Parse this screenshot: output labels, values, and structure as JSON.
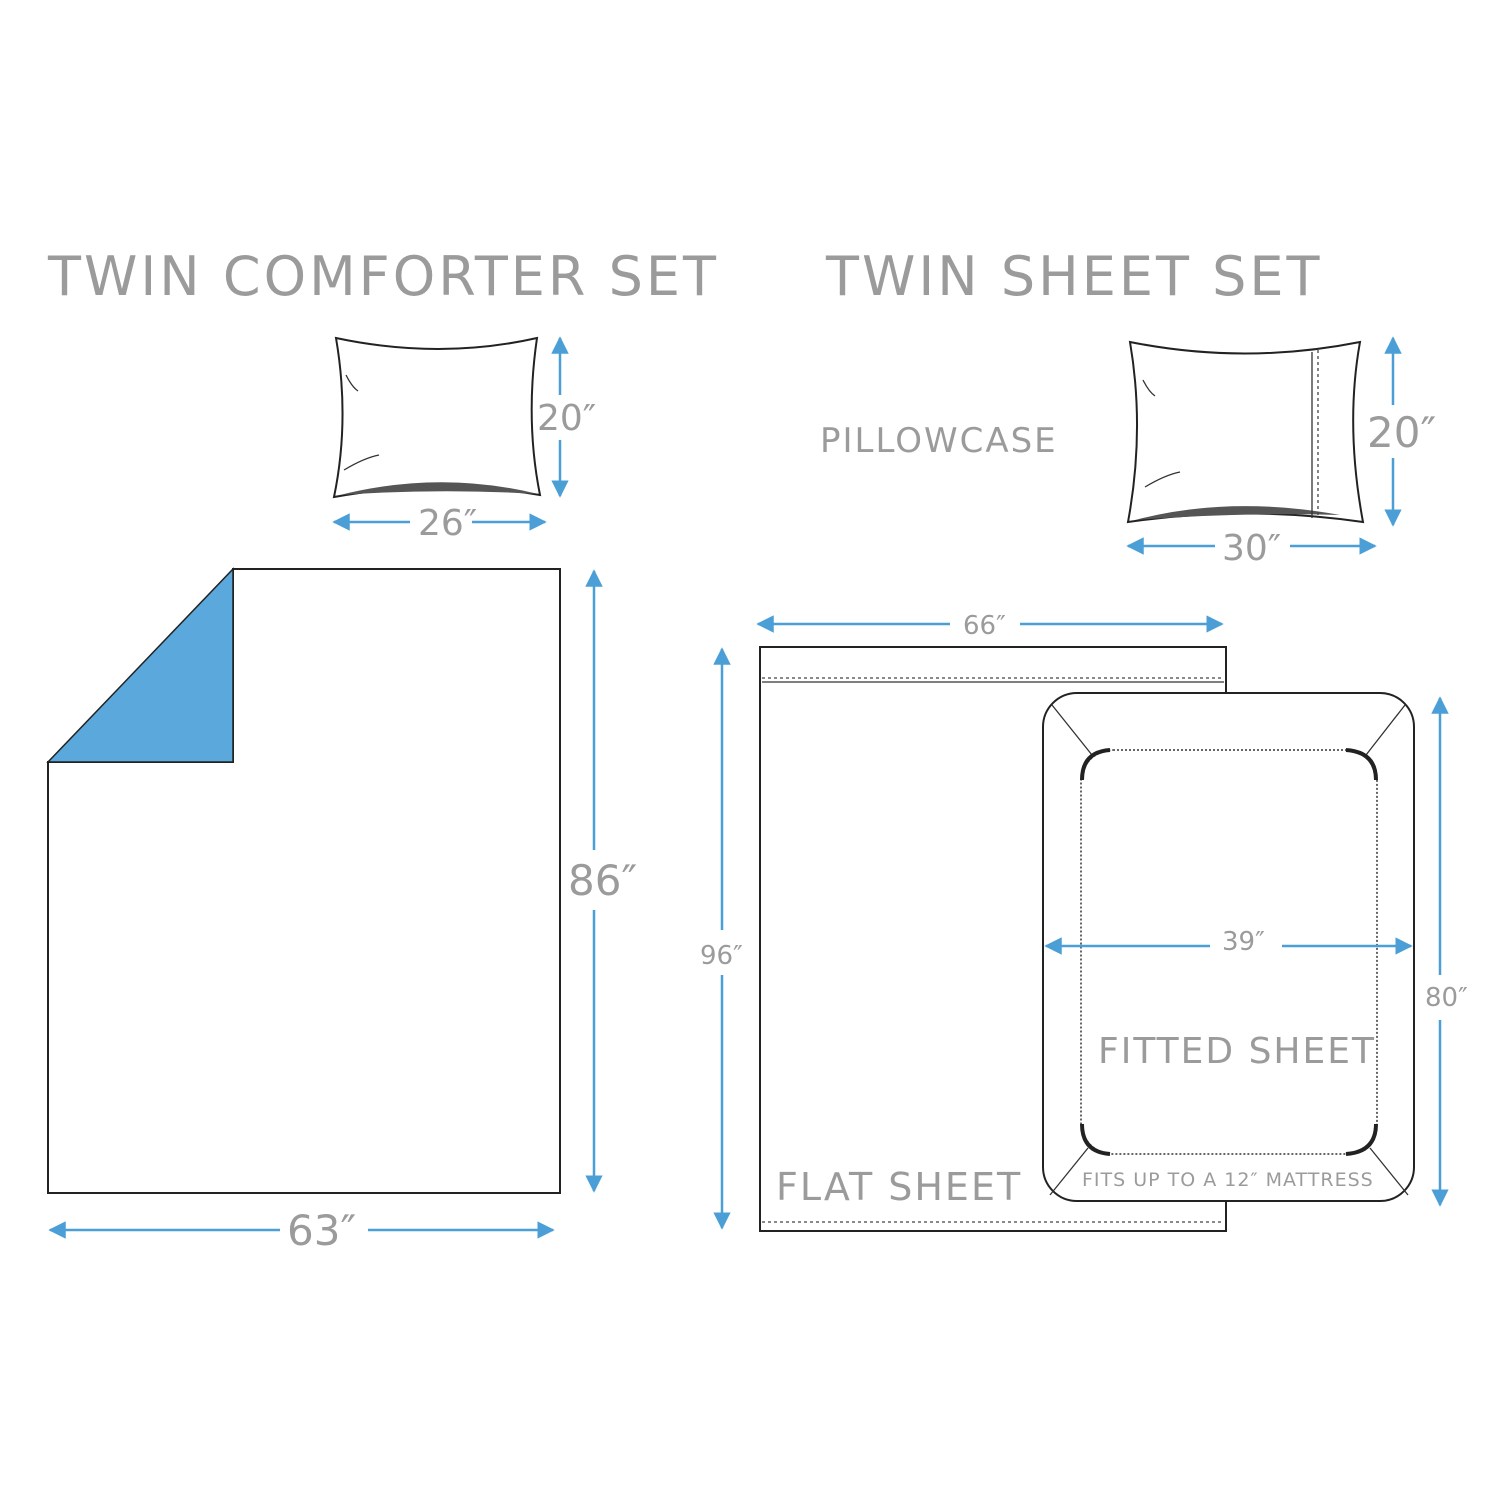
{
  "comforter_set": {
    "title": "TWIN COMFORTER SET",
    "sham_height": "20″",
    "sham_width": "26″",
    "comforter_height": "86″",
    "comforter_width": "63″"
  },
  "sheet_set": {
    "title": "TWIN SHEET SET",
    "pillowcase_label": "PILLOWCASE",
    "pillowcase_height": "20″",
    "pillowcase_width": "30″",
    "flat_sheet_label": "FLAT SHEET",
    "flat_sheet_width": "66″",
    "flat_sheet_height": "96″",
    "fitted_sheet_label": "FITTED SHEET",
    "fitted_sheet_width": "39″",
    "fitted_sheet_height": "80″",
    "fitted_note": "FITS UP TO A 12″ MATTRESS"
  },
  "colors": {
    "accent": "#4b9fd6",
    "fold": "#5aa8dc",
    "text": "#9b9b9b"
  }
}
